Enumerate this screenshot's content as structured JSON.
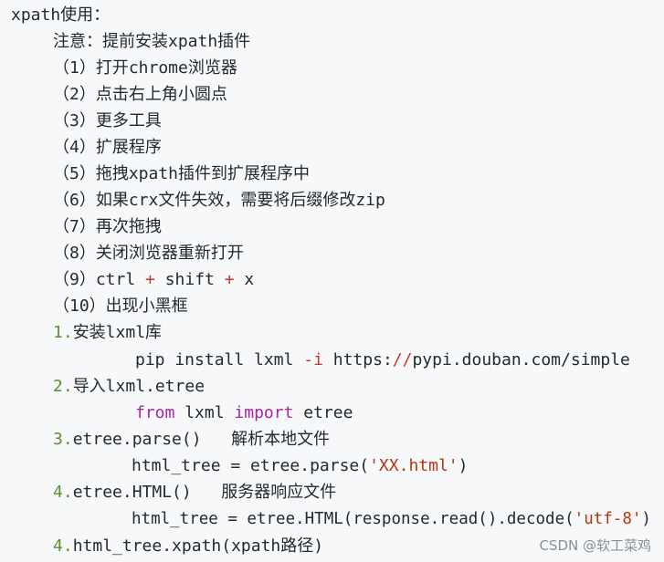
{
  "lines": {
    "l0": "xpath使用：",
    "l1": "注意：提前安装xpath插件",
    "l2": "（1）打开chrome浏览器",
    "l3": "（2）点击右上角小圆点",
    "l4": "（3）更多工具",
    "l5": "（4）扩展程序",
    "l6": "（5）拖拽xpath插件到扩展程序中",
    "l7": "（6）如果crx文件失效，需要将后缀修改zip",
    "l8": "（7）再次拖拽",
    "l9": "（8）关闭浏览器重新打开",
    "l10": {
      "prefix": "（9）ctrl ",
      "plus1": "+",
      "mid": " shift ",
      "plus2": "+",
      "suffix": " x"
    },
    "l11": "（10）出现小黑框",
    "l12": {
      "num": "1.",
      "text": "安装lxml库"
    },
    "l13": {
      "a": "pip install lxml ",
      "opt": "-i",
      "b": " https:",
      "slashes": "//",
      "c": "pypi.douban.com/simple"
    },
    "l14": {
      "num": "2.",
      "text": "导入lxml.etree"
    },
    "l15": {
      "kw1": "from",
      "mid": " lxml ",
      "kw2": "import",
      "end": " etree"
    },
    "l16": {
      "num": "3.",
      "text": "etree.parse()   解析本地文件"
    },
    "l17": {
      "a": "html_tree = etree.parse(",
      "str": "'XX.html'",
      "b": ")"
    },
    "l18": {
      "num": "4.",
      "text": "etree.HTML()   服务器响应文件"
    },
    "l19": {
      "a": "html_tree = etree.HTML(response.read().decode(",
      "str": "'utf-8'",
      "b": ")"
    },
    "l20": {
      "num": "4.",
      "text": "html_tree.xpath(xpath路径)"
    }
  },
  "watermark": "CSDN @软工菜鸡",
  "colors": {
    "keyword": "#a626a4",
    "number": "#5b8e2f",
    "string": "#b5360f",
    "operator": "#c0392b"
  }
}
